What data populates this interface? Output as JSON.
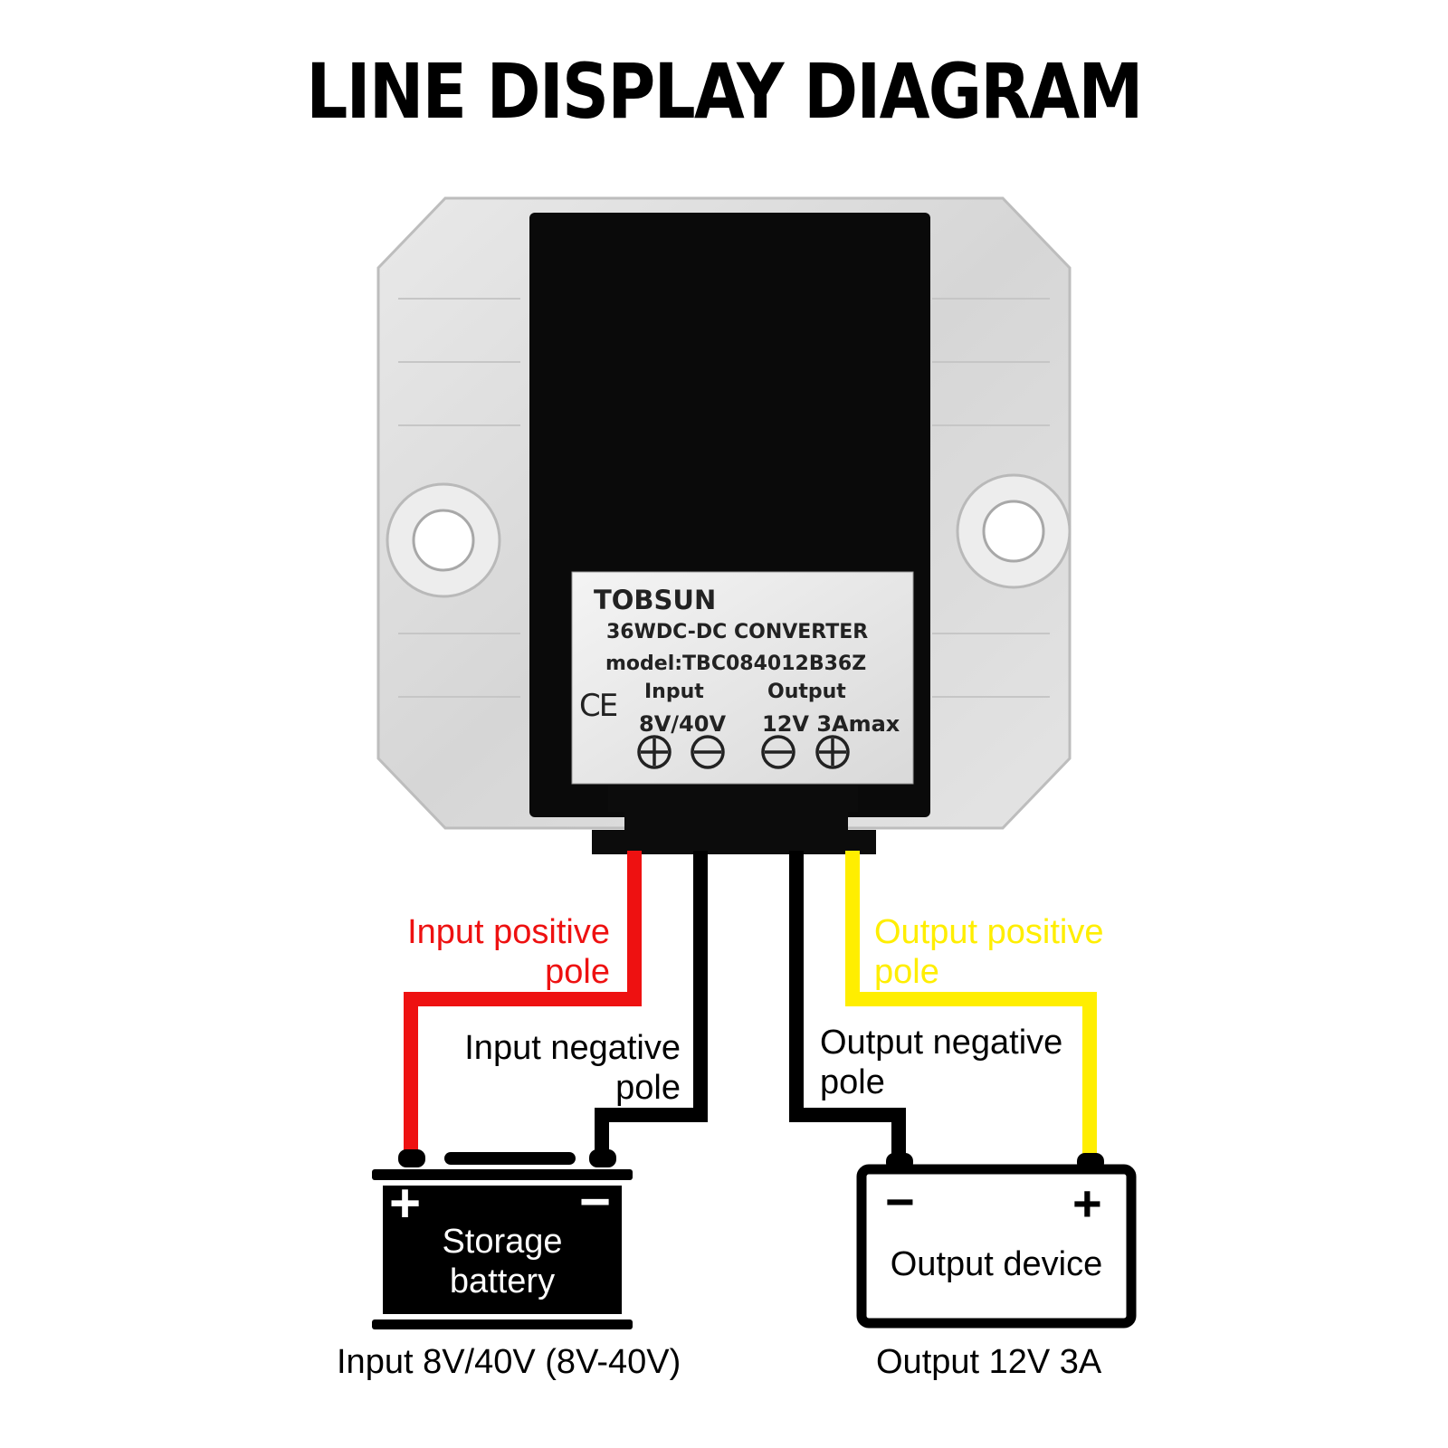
{
  "title": "LINE DISPLAY DIAGRAM",
  "label": {
    "brand": "TOBSUN",
    "product": "36WDC-DC CONVERTER",
    "model": "model:TBC084012B36Z",
    "ce_mark": "CE",
    "input_header": "Input",
    "output_header": "Output",
    "input_rating": "8V/40V",
    "output_rating": "12V 3Amax"
  },
  "wires": {
    "input_positive": {
      "line1": "Input positive",
      "line2": "pole",
      "color": "#ee1111"
    },
    "input_negative": {
      "line1": "Input negative",
      "line2": "pole",
      "color": "#000000"
    },
    "output_positive": {
      "line1": "Output positive",
      "line2": "pole",
      "color": "#ffee00"
    },
    "output_negative": {
      "line1": "Output negative",
      "line2": "pole",
      "color": "#000000"
    }
  },
  "battery": {
    "line1": "Storage",
    "line2": "battery",
    "plus": "+",
    "minus": "−",
    "caption": "Input 8V/40V (8V-40V)"
  },
  "device": {
    "label": "Output device",
    "plus": "+",
    "minus": "−",
    "caption": "Output 12V 3A"
  }
}
